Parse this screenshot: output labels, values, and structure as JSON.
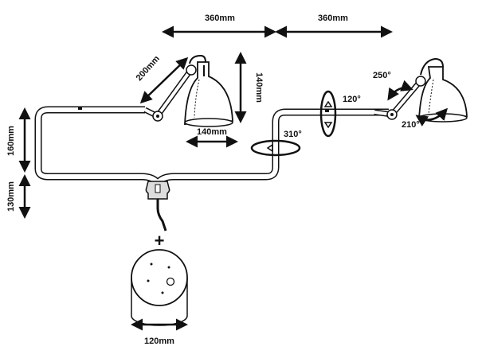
{
  "dimensions": {
    "top_left_span": "360mm",
    "top_right_span": "360mm",
    "arm_diagonal": "200mm",
    "shade_height": "140mm",
    "shade_width": "140mm",
    "upper_bar_height": "160mm",
    "lower_bar_height": "130mm",
    "base_diameter": "120mm"
  },
  "rotations": {
    "shade_swivel": "250°",
    "arm_rotation": "120°",
    "shade_tilt": "210°",
    "elbow_rotation": "310°"
  },
  "base_connector": "+",
  "colors": {
    "stroke": "#111111",
    "fill": "#ffffff"
  }
}
